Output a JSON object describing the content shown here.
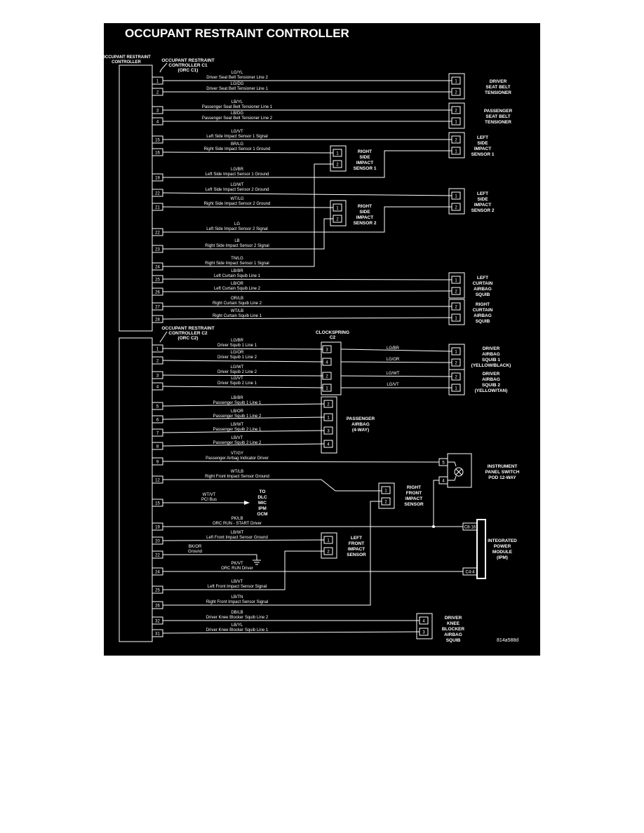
{
  "title": "OCCUPANT RESTRAINT CONTROLLER",
  "figure_code": "814a588d",
  "colors": {
    "background": "#000000",
    "foreground": "#ffffff",
    "page": "#ffffff"
  },
  "controller": {
    "label": [
      "OCCUPANT RESTRAINT",
      "CONTROLLER"
    ],
    "c1_label": [
      "OCCUPANT RESTRAINT",
      "CONTROLLER C1",
      "(ORC C1)"
    ],
    "c2_label": [
      "OCCUPANT RESTRAINT",
      "CONTROLLER C2",
      "(ORC C2)"
    ]
  },
  "c1_circuits": [
    {
      "pin": "1",
      "color": "LG/YL",
      "desc": "Driver Seat Belt Tensioner Line 2"
    },
    {
      "pin": "2",
      "color": "LG/DG",
      "desc": "Driver Seat Belt Tensioner Line 1"
    },
    {
      "pin": "3",
      "color": "LB/YL",
      "desc": "Passenger Seat Belt Tensioner Line 1"
    },
    {
      "pin": "4",
      "color": "LB/DG",
      "desc": "Passenger Seat Belt Tensioner Line 2"
    },
    {
      "pin": "15",
      "color": "LG/VT",
      "desc": "Left Side Impact Sensor 1 Signal"
    },
    {
      "pin": "16",
      "color": "BR/LG",
      "desc": "Right Side Impact Sensor 1 Ground"
    },
    {
      "pin": "19",
      "color": "LG/BR",
      "desc": "Left Side Impact Sensor 1 Ground"
    },
    {
      "pin": "22",
      "color": "LG/WT",
      "desc": "Left Side Impact Sensor 2 Ground"
    },
    {
      "pin": "21",
      "color": "WT/LG",
      "desc": "Right Side Impact Sensor 2 Ground"
    },
    {
      "pin": "22",
      "color": "LG",
      "desc": "Left Side Impact Sensor 2 Signal"
    },
    {
      "pin": "23",
      "color": "LB",
      "desc": "Right Side Impact Sensor 2 Signal"
    },
    {
      "pin": "24",
      "color": "TN/LG",
      "desc": "Right Side Impact Sensor 1 Signal"
    },
    {
      "pin": "25",
      "color": "LB/BR",
      "desc": "Left Curtain Squib Line 1"
    },
    {
      "pin": "26",
      "color": "LB/OR",
      "desc": "Left Curtain Squib Line 2"
    },
    {
      "pin": "27",
      "color": "OR/LB",
      "desc": "Right Curtain Squib Line 2"
    },
    {
      "pin": "28",
      "color": "WT/LB",
      "desc": "Right Curtain Squib Line 1"
    }
  ],
  "c2_circuits": [
    {
      "pin": "1",
      "color": "LG/BR",
      "desc": "Driver Squib 1 Line 1"
    },
    {
      "pin": "2",
      "color": "LG/OR",
      "desc": "Driver Squib 1 Line 2"
    },
    {
      "pin": "3",
      "color": "LG/WT",
      "desc": "Driver Squib 2 Line 2"
    },
    {
      "pin": "4",
      "color": "LG/VT",
      "desc": "Driver Squib 2 Line 1"
    },
    {
      "pin": "5",
      "color": "LB/BR",
      "desc": "Passenger Squib 1 Line 1"
    },
    {
      "pin": "6",
      "color": "LB/OR",
      "desc": "Passenger Squib 1 Line 2"
    },
    {
      "pin": "7",
      "color": "LB/WT",
      "desc": "Passenger Squib 2 Line 1"
    },
    {
      "pin": "8",
      "color": "LB/VT",
      "desc": "Passenger Squib 2 Line 2"
    },
    {
      "pin": "9",
      "color": "VT/GY",
      "desc": "Passenger Airbag Indicator Driver"
    },
    {
      "pin": "12",
      "color": "WT/LB",
      "desc": "Right Front Impact Sensor Ground"
    },
    {
      "pin": "15",
      "color": "WT/VT",
      "desc": "PCI Bus"
    },
    {
      "pin": "19",
      "color": "PK/LB",
      "desc": "ORC RUN - START Driver"
    },
    {
      "pin": "20",
      "color": "LB/WT",
      "desc": "Left Front Impact Sensor Ground"
    },
    {
      "pin": "22",
      "color": "BK/OR",
      "desc": "Ground"
    },
    {
      "pin": "24",
      "color": "PK/VT",
      "desc": "ORC RUN Driver"
    },
    {
      "pin": "25",
      "color": "LB/VT",
      "desc": "Left Front Impact Sensor Signal"
    },
    {
      "pin": "26",
      "color": "LB/TN",
      "desc": "Right Front Impact Sensor Signal"
    },
    {
      "pin": "32",
      "color": "DB/LB",
      "desc": "Driver Knee Blocker Squib Line 2"
    },
    {
      "pin": "31",
      "color": "LB/YL",
      "desc": "Driver Knee Blocker Squib Line 1"
    }
  ],
  "components": {
    "driver_tensioner": {
      "label": [
        "DRIVER",
        "SEAT BELT",
        "TENSIONER"
      ],
      "pins": [
        "1",
        "2"
      ]
    },
    "passenger_tensioner": {
      "label": [
        "PASSENGER",
        "SEAT BELT",
        "TENSIONER"
      ],
      "pins": [
        "2",
        "1"
      ]
    },
    "left_side_1": {
      "label": [
        "LEFT",
        "SIDE",
        "IMPACT",
        "SENSOR 1"
      ],
      "pins": [
        "2",
        "1"
      ]
    },
    "right_side_1": {
      "label": [
        "RIGHT",
        "SIDE",
        "IMPACT",
        "SENSOR 1"
      ],
      "pins": [
        "1",
        "2"
      ]
    },
    "left_side_2": {
      "label": [
        "LEFT",
        "SIDE",
        "IMPACT",
        "SENSOR 2"
      ],
      "pins": [
        "1",
        "2"
      ]
    },
    "right_side_2": {
      "label": [
        "RIGHT",
        "SIDE",
        "IMPACT",
        "SENSOR 2"
      ],
      "pins": [
        "1",
        "2"
      ]
    },
    "left_curtain": {
      "label": [
        "LEFT",
        "CURTAIN",
        "AIRBAG",
        "SQUIB"
      ],
      "pins": [
        "1",
        "2"
      ]
    },
    "right_curtain": {
      "label": [
        "RIGHT",
        "CURTAIN",
        "AIRBAG",
        "SQUIB"
      ],
      "pins": [
        "2",
        "1"
      ]
    },
    "clockspring": {
      "label": [
        "CLOCKSPRING",
        "C2"
      ],
      "pins": [
        "3",
        "4",
        "2",
        "1"
      ]
    },
    "driver_squib_1": {
      "label": [
        "DRIVER",
        "AIRBAG",
        "SQUIB 1",
        "(YELLOW/BLACK)"
      ],
      "pins": [
        "1",
        "2"
      ]
    },
    "driver_squib_2": {
      "label": [
        "DRIVER",
        "AIRBAG",
        "SQUIB 2",
        "(YELLOW/TAN)"
      ],
      "pins": [
        "2",
        "1"
      ]
    },
    "passenger_airbag": {
      "label": [
        "PASSENGER",
        "AIRBAG",
        "(4-WAY)"
      ],
      "pins": [
        "2",
        "1",
        "3",
        "4"
      ]
    },
    "instrument_panel": {
      "label": [
        "INSTRUMENT",
        "PANEL SWITCH",
        "POD 12-WAY"
      ],
      "pins": [
        "5",
        "4"
      ]
    },
    "right_front_impact": {
      "label": [
        "RIGHT",
        "FRONT",
        "IMPACT",
        "SENSOR"
      ],
      "pins": [
        "1",
        "2"
      ]
    },
    "left_front_impact": {
      "label": [
        "LEFT",
        "FRONT",
        "IMPACT",
        "SENSOR"
      ],
      "pins": [
        "1",
        "2"
      ]
    },
    "ipm": {
      "label": [
        "INTEGRATED",
        "POWER",
        "MODULE",
        "(IPM)"
      ],
      "pins": [
        "C8-16",
        "C4-4"
      ]
    },
    "driver_knee": {
      "label": [
        "DRIVER",
        "KNEE",
        "BLOCKER",
        "AIRBAG",
        "SQUIB"
      ],
      "pins": [
        "4",
        "3"
      ]
    },
    "pci_destination": {
      "label": [
        "TO",
        "DLC",
        "MIC",
        "IPM",
        "OCM"
      ]
    }
  },
  "clockspring_out_colors": [
    "LG/BR",
    "LG/OR",
    "LG/WT",
    "LG/VT"
  ]
}
